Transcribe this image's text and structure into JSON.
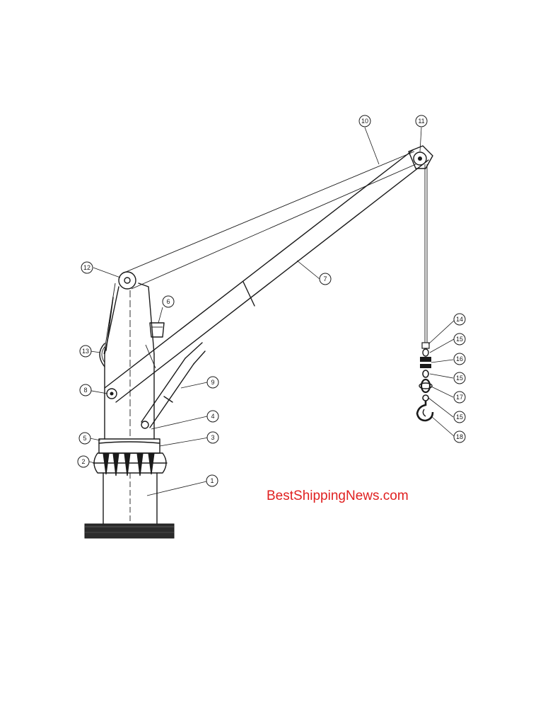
{
  "watermark": "BestShippingNews.com",
  "colors": {
    "watermark": "#e02020",
    "ink": "#1a1a1a"
  },
  "callouts": [
    {
      "id": "1",
      "label": "1"
    },
    {
      "id": "2",
      "label": "2"
    },
    {
      "id": "3",
      "label": "3"
    },
    {
      "id": "4",
      "label": "4"
    },
    {
      "id": "5",
      "label": "5"
    },
    {
      "id": "6",
      "label": "6"
    },
    {
      "id": "7",
      "label": "7"
    },
    {
      "id": "8",
      "label": "8"
    },
    {
      "id": "9",
      "label": "9"
    },
    {
      "id": "10",
      "label": "10"
    },
    {
      "id": "11",
      "label": "11"
    },
    {
      "id": "12",
      "label": "12"
    },
    {
      "id": "13",
      "label": "13"
    },
    {
      "id": "14",
      "label": "14"
    },
    {
      "id": "15a",
      "label": "15"
    },
    {
      "id": "16",
      "label": "16"
    },
    {
      "id": "15b",
      "label": "15"
    },
    {
      "id": "17",
      "label": "17"
    },
    {
      "id": "15c",
      "label": "15"
    },
    {
      "id": "18",
      "label": "18"
    }
  ]
}
